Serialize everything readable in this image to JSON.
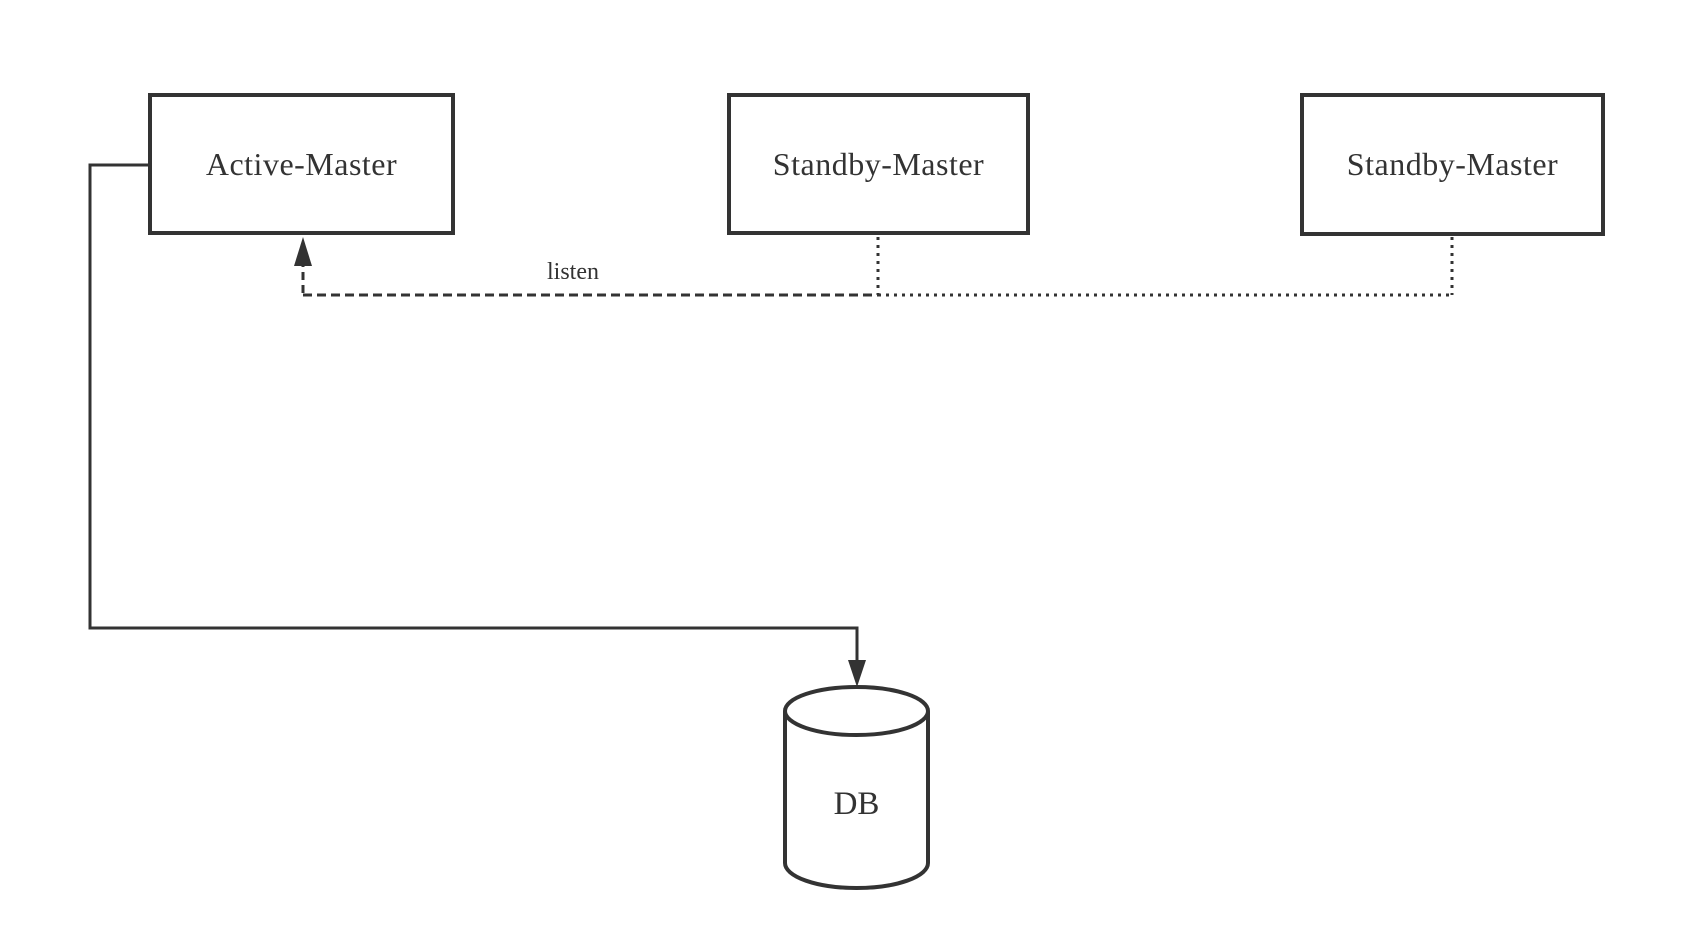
{
  "diagram": {
    "type": "architecture-diagram",
    "nodes": [
      {
        "id": "active-master",
        "label": "Active-Master",
        "shape": "rectangle"
      },
      {
        "id": "standby-master-1",
        "label": "Standby-Master",
        "shape": "rectangle"
      },
      {
        "id": "standby-master-2",
        "label": "Standby-Master",
        "shape": "rectangle"
      },
      {
        "id": "db",
        "label": "DB",
        "shape": "cylinder"
      }
    ],
    "edges": [
      {
        "from": "standby-master-1, standby-master-2",
        "to": "active-master",
        "label": "listen",
        "style": "dashed/dotted",
        "arrowhead": "up, into bottom of Active-Master"
      },
      {
        "from": "active-master",
        "to": "db",
        "label": "",
        "style": "solid elbow",
        "arrowhead": "down, into top of DB cylinder"
      }
    ],
    "colors": {
      "stroke": "#333333",
      "text": "#333333",
      "background": "#ffffff",
      "node_fill": "#ffffff"
    }
  }
}
